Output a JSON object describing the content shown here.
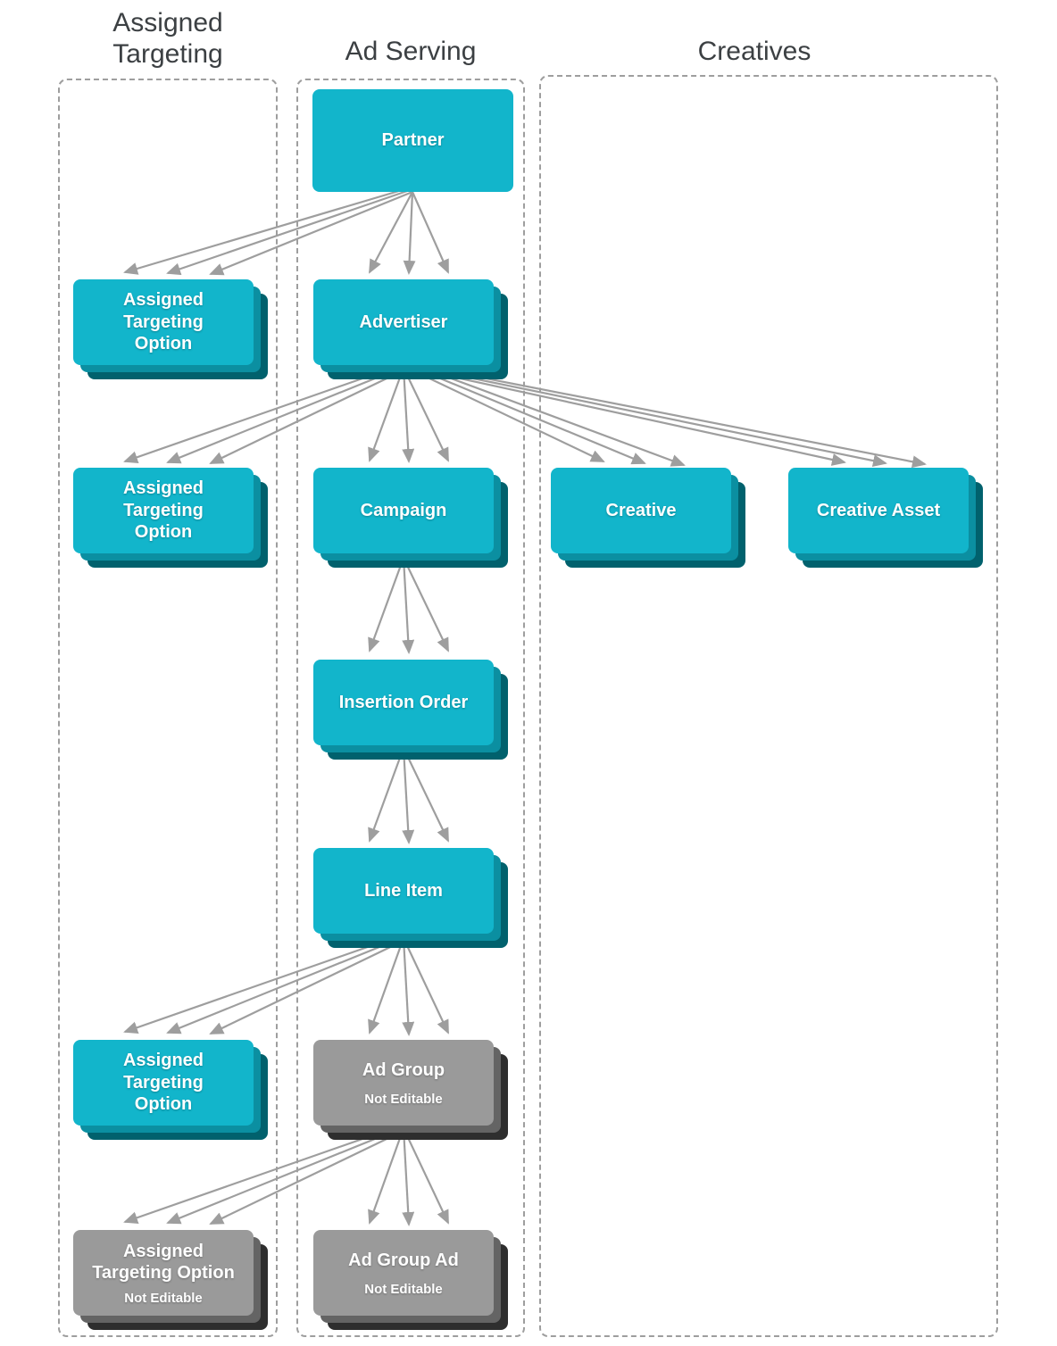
{
  "diagram": {
    "columns": [
      {
        "title": "Assigned Targeting"
      },
      {
        "title": "Ad Serving"
      },
      {
        "title": "Creatives"
      }
    ],
    "nodes": {
      "partner": {
        "label": "Partner"
      },
      "assigned_targeting_option_top": {
        "label": "Assigned\nTargeting\nOption"
      },
      "advertiser": {
        "label": "Advertiser"
      },
      "assigned_targeting_option_mid": {
        "label": "Assigned\nTargeting\nOption"
      },
      "campaign": {
        "label": "Campaign"
      },
      "creative": {
        "label": "Creative"
      },
      "creative_asset": {
        "label": "Creative Asset"
      },
      "insertion_order": {
        "label": "Insertion Order"
      },
      "line_item": {
        "label": "Line Item"
      },
      "assigned_targeting_option_line_item": {
        "label": "Assigned\nTargeting\nOption"
      },
      "ad_group": {
        "label": "Ad Group",
        "sublabel": "Not Editable"
      },
      "assigned_targeting_option_not_editable": {
        "label": "Assigned\nTargeting Option",
        "sublabel": "Not Editable"
      },
      "ad_group_ad": {
        "label": "Ad Group Ad",
        "sublabel": "Not Editable"
      }
    },
    "colors": {
      "node_editable": "#12b5cb",
      "node_editable_layer2": "#0b8fa1",
      "node_editable_layer3": "#01616d",
      "node_not_editable": "#9a9a9a",
      "node_not_editable_layer2": "#646464",
      "node_not_editable_layer3": "#2e2e2e",
      "arrow": "#9e9e9e",
      "container_border": "#9e9e9e",
      "title_text": "#3c4043"
    }
  }
}
